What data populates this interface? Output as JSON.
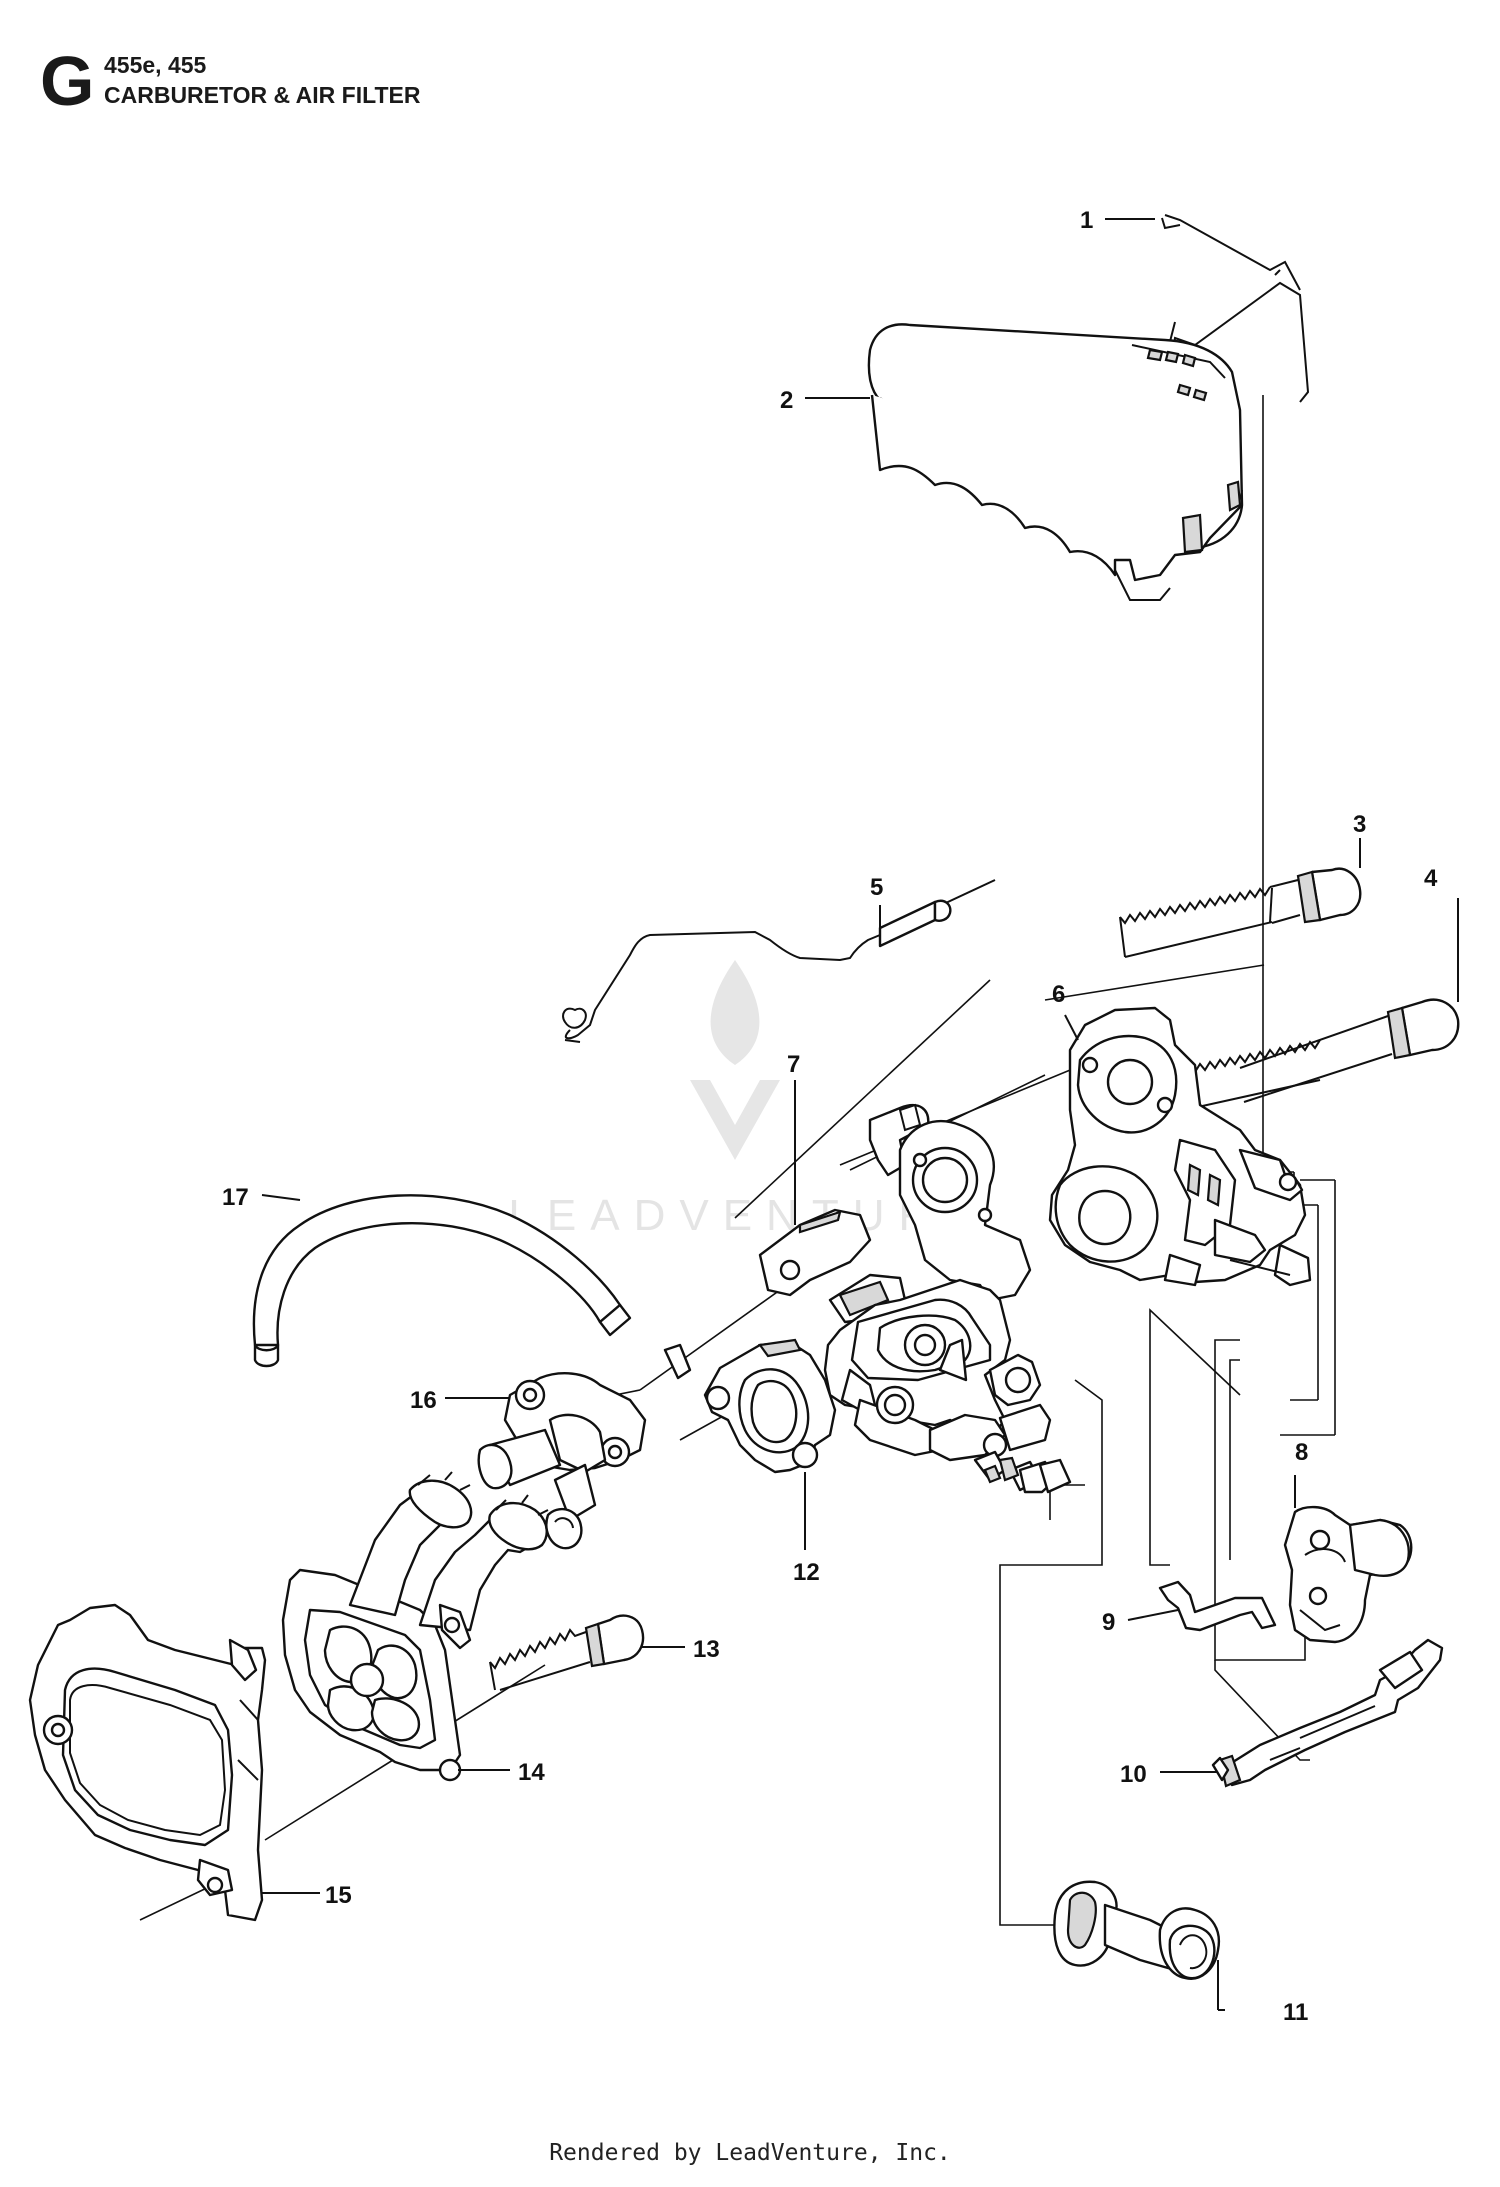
{
  "header": {
    "section_letter": "G",
    "model": "455e, 455",
    "title": "CARBURETOR & AIR FILTER"
  },
  "watermark": "LEADVENTURE",
  "footer": "Rendered by LeadVenture, Inc.",
  "callouts": [
    "1",
    "2",
    "3",
    "4",
    "5",
    "6",
    "7",
    "8",
    "9",
    "10",
    "11",
    "12",
    "13",
    "14",
    "15",
    "16",
    "17"
  ],
  "colors": {
    "line": "#111111",
    "watermark": "#e6e6e6"
  }
}
